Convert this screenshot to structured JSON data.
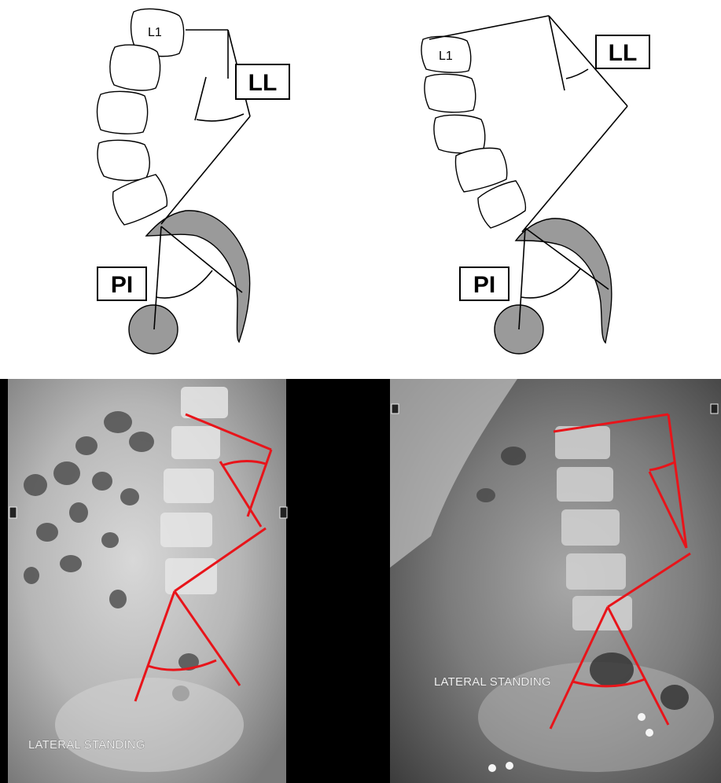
{
  "figure": {
    "top_left": {
      "vertebra_label": "L1",
      "ll_label": "LL",
      "pi_label": "PI"
    },
    "top_right": {
      "vertebra_label": "L1",
      "ll_label": "LL",
      "pi_label": "PI"
    },
    "bottom_left": {
      "caption": "LATERAL STANDING"
    },
    "bottom_right": {
      "caption": "LATERAL STANDING"
    }
  },
  "colors": {
    "annotation_red": "#e8141a",
    "bone_fill": "#9a9a9a",
    "xray_dark": "#000000"
  }
}
